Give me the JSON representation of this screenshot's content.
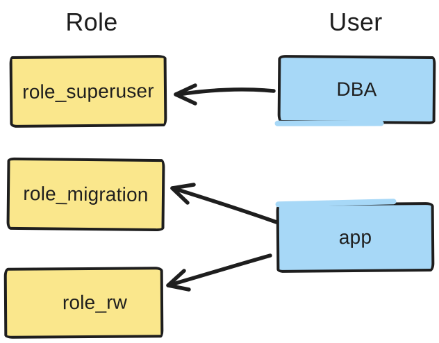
{
  "diagram": {
    "columns": {
      "left": "Role",
      "right": "User"
    },
    "roles": [
      {
        "label": "role_superuser"
      },
      {
        "label": "role_migration"
      },
      {
        "label": "role_rw"
      }
    ],
    "users": [
      {
        "label": "DBA"
      },
      {
        "label": "app"
      }
    ],
    "edges": [
      {
        "from": "DBA",
        "to": "role_superuser"
      },
      {
        "from": "app",
        "to": "role_migration"
      },
      {
        "from": "app",
        "to": "role_rw"
      }
    ],
    "colors": {
      "role_fill": "#fae78c",
      "user_fill": "#a7d8f7",
      "stroke": "#1e1e1e",
      "background": "#ffffff"
    }
  }
}
